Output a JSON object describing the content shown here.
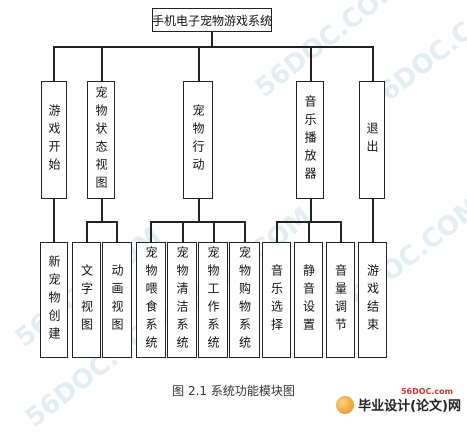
{
  "diagram": {
    "root": "手机电子宠物游戏系统",
    "modules": [
      {
        "label": "游戏开始"
      },
      {
        "label": "宠物状态视图"
      },
      {
        "label": "宠物行动"
      },
      {
        "label": "音乐播放器"
      },
      {
        "label": "退出"
      }
    ],
    "submodules": [
      {
        "label": "新宠物创建"
      },
      {
        "label": "文字视图"
      },
      {
        "label": "动画视图"
      },
      {
        "label": "宠物喂食系统"
      },
      {
        "label": "宠物清洁系统"
      },
      {
        "label": "宠物工作系统"
      },
      {
        "label": "宠物购物系统"
      },
      {
        "label": "音乐选择"
      },
      {
        "label": "静音设置"
      },
      {
        "label": "音量调节"
      },
      {
        "label": "游戏结束"
      }
    ],
    "caption": "图 2.1 系统功能模块图"
  },
  "watermarks": [
    "56DOC.COM",
    "56DOC.COM",
    "56DOC.COM",
    "56DOC.COM",
    "56DOC.COM",
    "56DOC.COM"
  ],
  "branding": {
    "site": "56DOC.com",
    "text": "毕业设计(论文)网"
  }
}
